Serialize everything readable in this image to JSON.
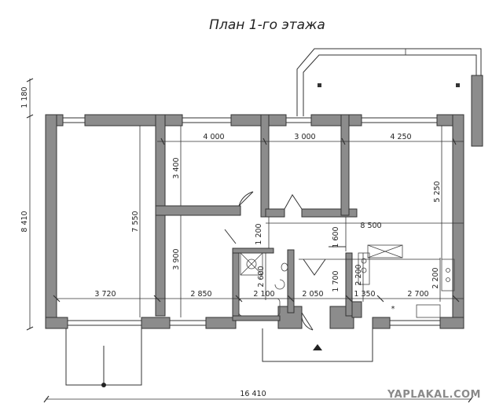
{
  "title": "План 1-го этажа",
  "watermark": "YAPLAKAL.COM",
  "dimensions": {
    "top_4000": "4 000",
    "top_3000": "3 000",
    "top_4250": "4 250",
    "left_1180": "1 180",
    "left_8410": "8 410",
    "v_3400": "3 400",
    "v_5250": "5 250",
    "v_7550": "7 550",
    "h_8500": "8 500",
    "v_1200": "1 200",
    "v_1600": "1 600",
    "v_3900": "3 900",
    "v_2600": "2 600",
    "v_1700": "1 700",
    "v_2200a": "2 200",
    "v_2200b": "2 200",
    "h_3720": "3 720",
    "h_2850": "2 850",
    "h_2100": "2 100",
    "h_2050": "2 050",
    "h_1350": "1 350",
    "h_2700": "2 700",
    "bottom_16410": "16 410"
  },
  "colors": {
    "wall": "#8c8c8c",
    "line": "#333333"
  }
}
